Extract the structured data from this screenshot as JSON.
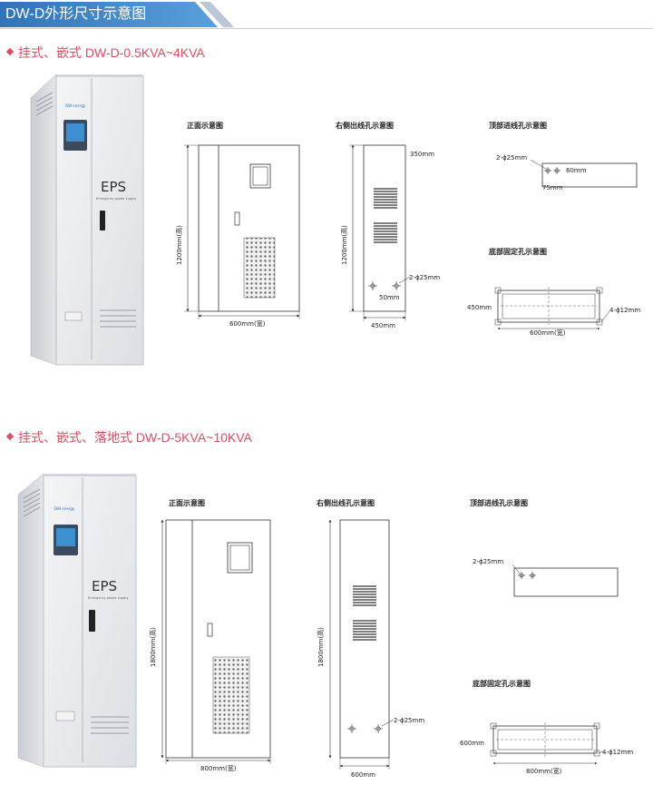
{
  "header": {
    "title": "DW-D外形尺寸示意图"
  },
  "section1": {
    "title": "挂式、嵌式 DW-D-0.5KVA~4KVA",
    "cabinet_label": "EPS",
    "cabinet_sublabel": "Emergency power supply",
    "brand": "DW energy",
    "front_title": "正面示意图",
    "side_title": "右侧出线孔示意图",
    "top_title": "顶部进线孔示意图",
    "bottom_title": "底部固定孔示意图",
    "front_height": "1200mm(高)",
    "front_width": "600mm(宽)",
    "side_height": "1200mm(高)",
    "side_350": "350mm",
    "side_hole": "2-ϕ25mm",
    "side_50": "50mm",
    "side_depth": "450mm",
    "top_hole": "2-ϕ25mm",
    "top_60": "60mm",
    "top_75": "75mm",
    "bottom_450": "450mm",
    "bottom_600": "600mm(宽)",
    "bottom_hole": "4-ϕ12mm"
  },
  "section2": {
    "title": "挂式、嵌式、落地式 DW-D-5KVA~10KVA",
    "cabinet_label": "EPS",
    "cabinet_sublabel": "Emergency power supply",
    "brand": "DW energy",
    "front_title": "正面示意图",
    "side_title": "右侧出线孔示意图",
    "top_title": "顶部进线孔示意图",
    "bottom_title": "底部固定孔示意图",
    "front_height": "1800mm(高)",
    "front_width": "800mm(宽)",
    "side_height": "1800mm(高)",
    "side_hole": "2-ϕ25mm",
    "side_depth": "600mm",
    "top_hole": "2-ϕ25mm",
    "bottom_600": "600mm",
    "bottom_800": "800mm(宽)",
    "bottom_hole": "4-ϕ12mm"
  },
  "colors": {
    "accent": "#d94f63",
    "header_blue": "#3b7fc0",
    "cabinet": "#e9ebee",
    "line": "#333333"
  }
}
